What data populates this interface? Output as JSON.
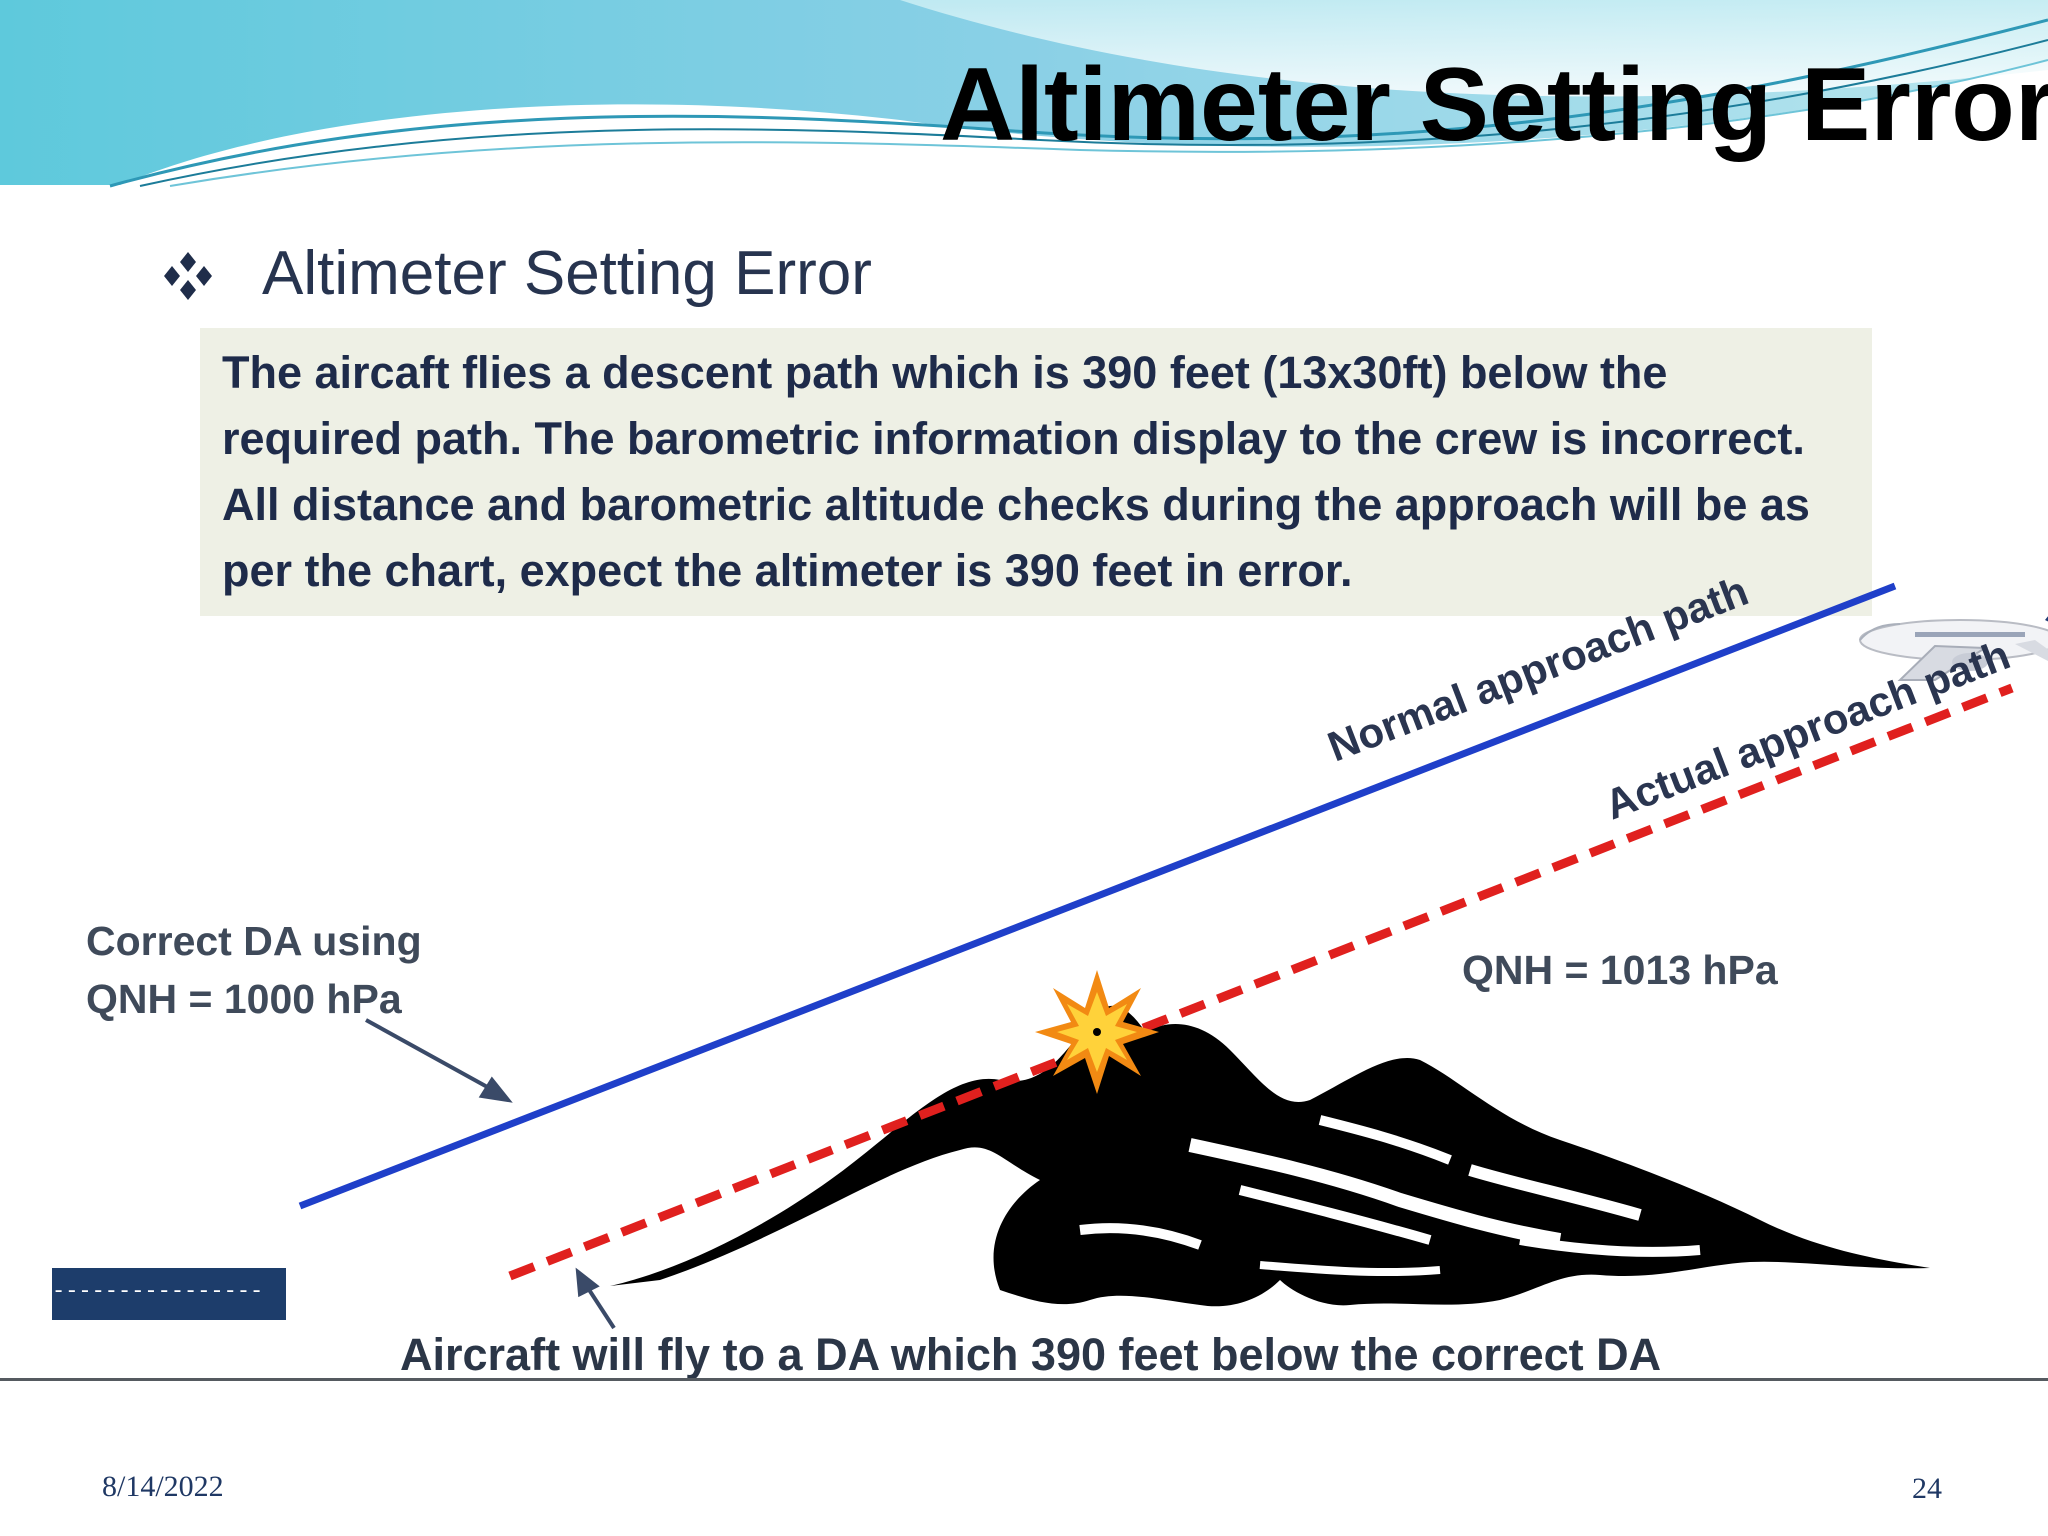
{
  "slide": {
    "title": "Altimeter Setting Error",
    "date": "8/14/2022",
    "page_number": "24"
  },
  "bullet": {
    "icon": "diamond-bullet-icon",
    "heading": "Altimeter Setting Error"
  },
  "description": {
    "lines": [
      "The aircaft flies a descent path which is 390 feet (13x30ft) below the",
      "required path. The barometric information display to the crew is incorrect.",
      "All distance and barometric altitude checks during the approach will be as",
      "per the chart, expect the altimeter is 390 feet in error."
    ]
  },
  "diagram": {
    "normal_path_label": "Normal approach path",
    "actual_path_label": "Actual approach path",
    "correct_da_lines": [
      "Correct DA using",
      "QNH = 1000 hPa"
    ],
    "qnh_actual_label": "QNH = 1013 hPa",
    "bottom_note": "Aircraft will fly to a DA which 390 feet below the correct DA",
    "dashes": "----------------",
    "colors": {
      "normal_path": "#1f3fc9",
      "actual_path": "#e0201e",
      "mountain": "#000000",
      "impact": "#f5a31a"
    },
    "icons": [
      "airplane-icon",
      "explosion-icon",
      "mountain-icon",
      "arrow-icon"
    ]
  }
}
